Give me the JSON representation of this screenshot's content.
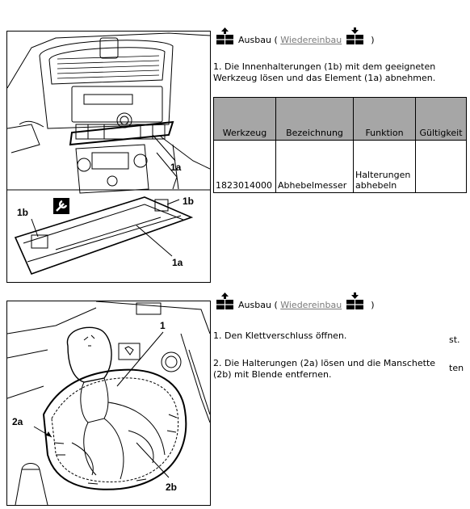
{
  "section1": {
    "action": "Ausbau",
    "link": "Wiedereinbau",
    "paren_open": "(",
    "paren_close": ")",
    "step1": "1. Die Innenhalterungen (1b) mit dem geeigneten Werkzeug lösen und das Element (1a) abnehmen.",
    "figure_labels": {
      "top": "1a",
      "right": "1b",
      "left": "1b",
      "bottom": "1a"
    }
  },
  "tools_table": {
    "headers": [
      "Werkzeug",
      "Bezeichnung",
      "Funktion",
      "Gültigkeit"
    ],
    "rows": [
      [
        "1823014000",
        "Abhebelmesser",
        "Halterungen abhebeln",
        ""
      ]
    ]
  },
  "section2": {
    "action": "Ausbau",
    "link": "Wiedereinbau",
    "paren_open": "(",
    "paren_close": ")",
    "step1": "1. Den Klettverschluss öffnen.",
    "step2": "2. Die Halterungen (2a) lösen und die Manschette (2b) mit Blende entfernen.",
    "clipped1": "st.",
    "clipped2": "ten",
    "figure_labels": {
      "one": "1",
      "left": "2a",
      "right": "2b"
    }
  },
  "icons": {
    "remove": "arrow-up-block-icon",
    "install": "arrow-down-block-icon",
    "tool": "wrench-icon"
  }
}
